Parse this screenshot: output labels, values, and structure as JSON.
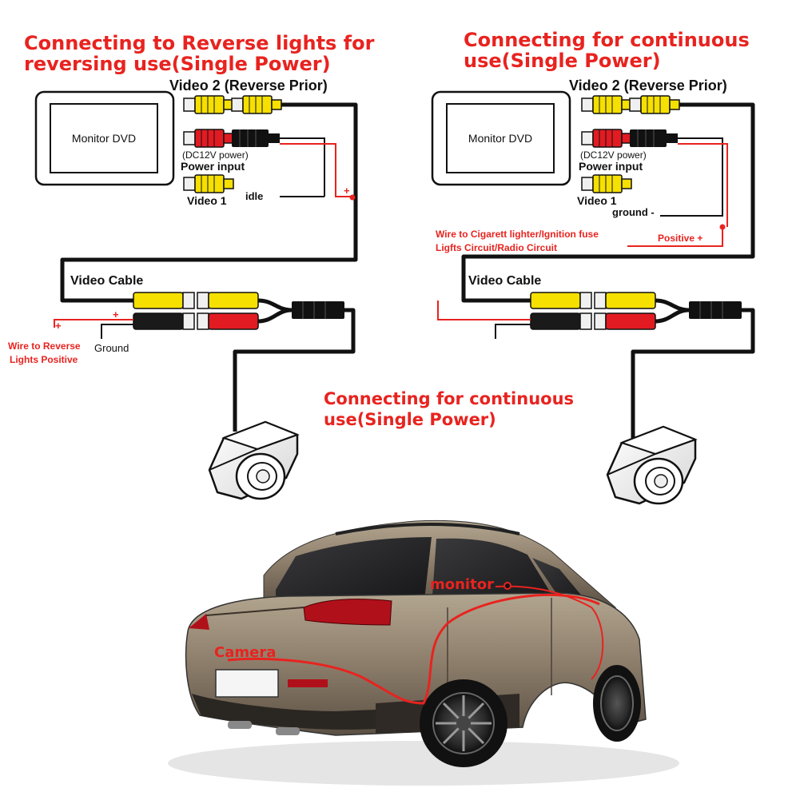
{
  "colors": {
    "accent_red": "#e8231f",
    "rca_yellow": "#f5e000",
    "rca_red": "#e21b22",
    "wire": "#111111",
    "car_body": "#8c7d6a"
  },
  "left": {
    "title_line1": "Connecting to Reverse lights for",
    "title_line2": "reversing use(Single Power)",
    "video2_label": "Video 2 (Reverse Prior)",
    "monitor_label": "Monitor DVD",
    "dc_label": "(DC12V power)",
    "power_input_label": "Power input",
    "video1_label": "Video 1",
    "idle_label": "idle",
    "plus_mark": "+",
    "video_cable_label": "Video Cable",
    "wire_reverse_line1": "Wire to Reverse",
    "wire_reverse_line2": "Lights Positive",
    "ground_label": "Ground"
  },
  "right": {
    "title_line1": "Connecting for continuous",
    "title_line2": "use(Single Power)",
    "video2_label": "Video 2 (Reverse Prior)",
    "monitor_label": "Monitor DVD",
    "dc_label": "(DC12V power)",
    "power_input_label": "Power input",
    "video1_label": "Video 1",
    "ground_label": "ground -",
    "wire_cig_line1": "Wire to Cigarett lighter/Ignition fuse",
    "wire_cig_line2": "Ligfts Circuit/Radio Circuit",
    "positive_label": "Positive +",
    "video_cable_label": "Video Cable"
  },
  "middle": {
    "title_line1": "Connecting  for continuous",
    "title_line2": "use(Single Power)"
  },
  "car": {
    "monitor_label": "monitor",
    "camera_label": "Camera"
  },
  "icons": [
    "monitor-icon",
    "rca-connector-icon",
    "camera-icon",
    "car-illustration"
  ]
}
